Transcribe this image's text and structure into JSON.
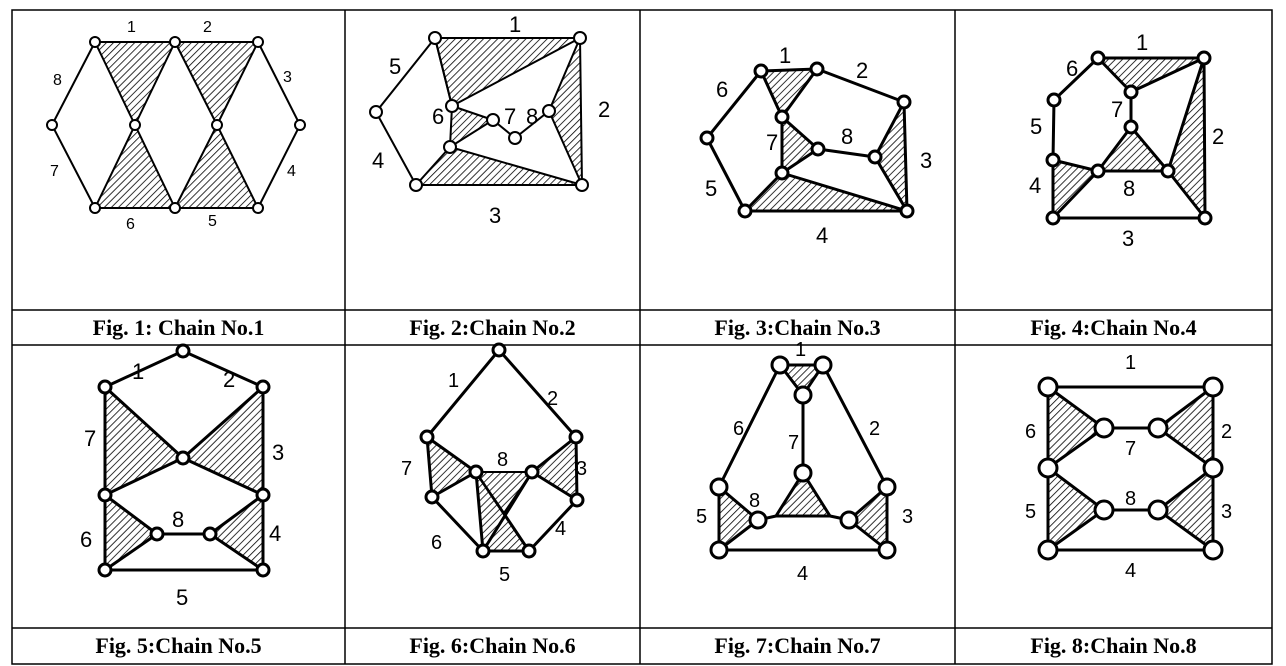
{
  "figures": [
    {
      "caption": "Fig. 1: Chain No.1",
      "labels": [
        "1",
        "2",
        "3",
        "4",
        "5",
        "6",
        "7",
        "8"
      ]
    },
    {
      "caption": "Fig. 2:Chain No.2",
      "labels": [
        "1",
        "2",
        "3",
        "4",
        "5",
        "6",
        "7",
        "8"
      ]
    },
    {
      "caption": "Fig. 3:Chain No.3",
      "labels": [
        "1",
        "2",
        "3",
        "4",
        "5",
        "6",
        "7",
        "8"
      ]
    },
    {
      "caption": "Fig. 4:Chain No.4",
      "labels": [
        "1",
        "2",
        "3",
        "4",
        "5",
        "6",
        "7",
        "8"
      ]
    },
    {
      "caption": "Fig. 5:Chain No.5",
      "labels": [
        "1",
        "2",
        "3",
        "4",
        "5",
        "6",
        "7",
        "8"
      ]
    },
    {
      "caption": "Fig. 6:Chain No.6",
      "labels": [
        "1",
        "2",
        "3",
        "4",
        "5",
        "6",
        "7",
        "8"
      ]
    },
    {
      "caption": "Fig. 7:Chain No.7",
      "labels": [
        "1",
        "2",
        "3",
        "4",
        "5",
        "6",
        "7",
        "8"
      ]
    },
    {
      "caption": "Fig. 8:Chain No.8",
      "labels": [
        "1",
        "2",
        "3",
        "4",
        "5",
        "6",
        "7",
        "8"
      ]
    }
  ]
}
